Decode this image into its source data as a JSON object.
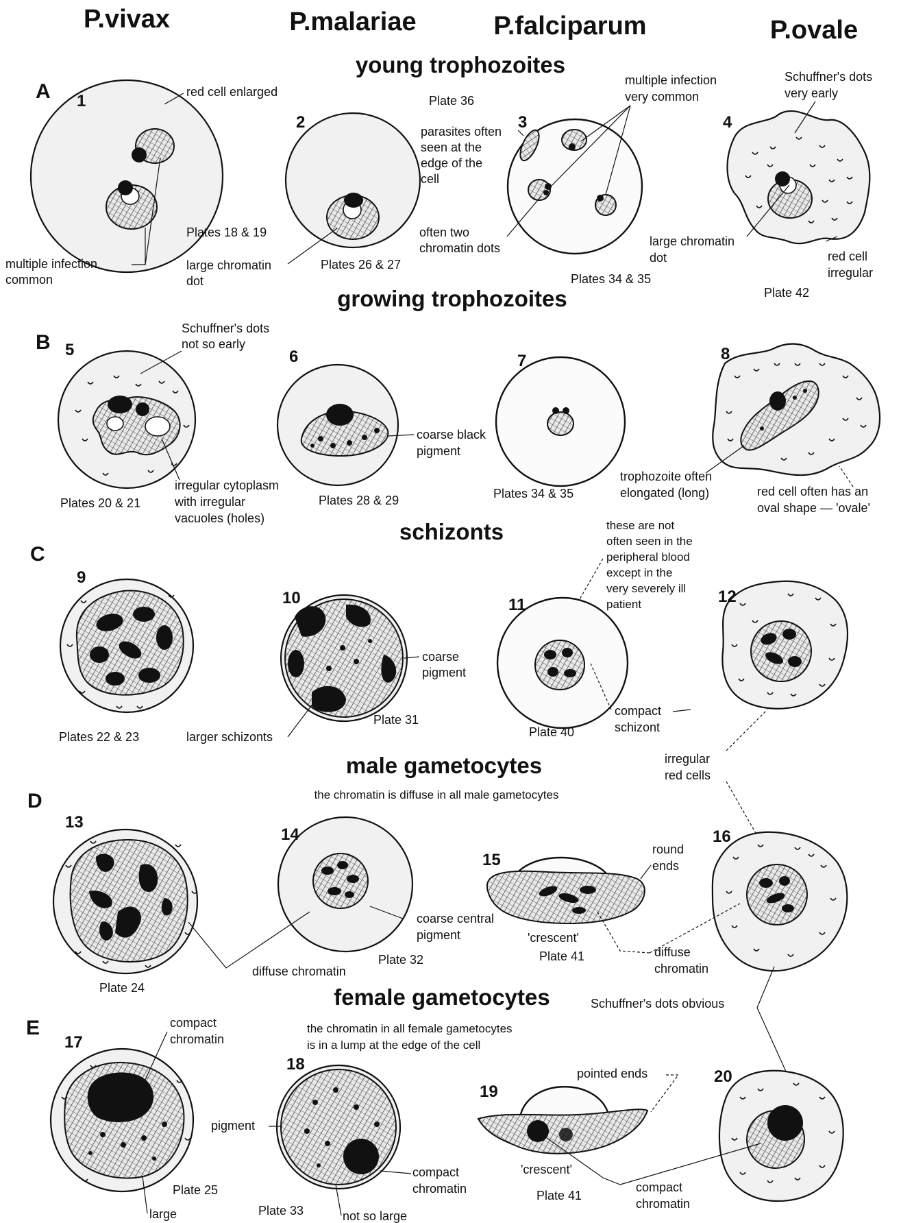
{
  "species": [
    "P.vivax",
    "P.malariae",
    "P.falciparum",
    "P.ovale"
  ],
  "rows": [
    {
      "letter": "A",
      "title": "young trophozoites"
    },
    {
      "letter": "B",
      "title": "growing trophozoites"
    },
    {
      "letter": "C",
      "title": "schizonts"
    },
    {
      "letter": "D",
      "title": "male gametocytes",
      "note": "the chromatin is diffuse in all male gametocytes"
    },
    {
      "letter": "E",
      "title": "female gametocytes",
      "note_lines": [
        "the chromatin in all female gametocytes",
        "is in a lump at the edge of the cell"
      ]
    }
  ],
  "cells": {
    "c1": {
      "num": "1",
      "plate": "Plates 18 & 19"
    },
    "c2": {
      "num": "2",
      "plate": "Plates 26 & 27"
    },
    "c3": {
      "num": "3",
      "plate": "Plates 34 & 35"
    },
    "c4": {
      "num": "4",
      "plate": "Plate 42"
    },
    "c5": {
      "num": "5",
      "plate": "Plates 20 & 21"
    },
    "c6": {
      "num": "6",
      "plate": "Plates 28 & 29"
    },
    "c7": {
      "num": "7",
      "plate": "Plates 34 & 35"
    },
    "c8": {
      "num": "8"
    },
    "c9": {
      "num": "9",
      "plate": "Plates 22 & 23"
    },
    "c10": {
      "num": "10",
      "plate": "Plate 31"
    },
    "c11": {
      "num": "11",
      "plate": "Plate 40"
    },
    "c12": {
      "num": "12"
    },
    "c13": {
      "num": "13",
      "plate": "Plate 24"
    },
    "c14": {
      "num": "14",
      "plate": "Plate 32"
    },
    "c15": {
      "num": "15",
      "plate": "Plate 41"
    },
    "c16": {
      "num": "16"
    },
    "c17": {
      "num": "17",
      "plate": "Plate 25"
    },
    "c18": {
      "num": "18",
      "plate": "Plate 33"
    },
    "c19": {
      "num": "19",
      "plate": "Plate 41"
    },
    "c20": {
      "num": "20"
    }
  },
  "floating_plate": "Plate 36",
  "annotations": {
    "red_cell_enlarged": "red cell enlarged",
    "multiple_infection_common": [
      "multiple infection",
      "common"
    ],
    "large_chromatin_dot_2": [
      "large chromatin",
      "dot"
    ],
    "parasites_edge": [
      "parasites often",
      "seen at the",
      "edge of the",
      "cell"
    ],
    "multiple_infection_very_common": [
      "multiple infection",
      "very common"
    ],
    "often_two_chromatin": [
      "often two",
      "chromatin dots"
    ],
    "schuffner_very_early": [
      "Schuffner's dots",
      "very early"
    ],
    "large_chromatin_dot_4": [
      "large chromatin",
      "dot"
    ],
    "red_cell_irregular": [
      "red cell",
      "irregular"
    ],
    "schuffner_not_so_early": [
      "Schuffner's dots",
      "not so early"
    ],
    "irregular_cytoplasm": [
      "irregular cytoplasm",
      "with irregular",
      "vacuoles (holes)"
    ],
    "coarse_black_pigment": [
      "coarse black",
      "pigment"
    ],
    "trophozoite_elongated": [
      "trophozoite often",
      "elongated (long)"
    ],
    "oval_shape": [
      "red cell often has an",
      "oval shape — 'ovale'"
    ],
    "not_often_seen": [
      "these are not",
      "often seen in the",
      "peripheral blood",
      "except in the",
      "very severely ill",
      "patient"
    ],
    "coarse_pigment": [
      "coarse",
      "pigment"
    ],
    "larger_schizonts": "larger schizonts",
    "compact_schizont": [
      "compact",
      "schizont"
    ],
    "irregular_red_cells": [
      "irregular",
      "red cells"
    ],
    "round_ends": [
      "round",
      "ends"
    ],
    "crescent_15": "'crescent'",
    "coarse_central_pigment": [
      "coarse central",
      "pigment"
    ],
    "diffuse_chromatin": "diffuse chromatin",
    "diffuse_chromatin_16": [
      "diffuse",
      "chromatin"
    ],
    "schuffner_obvious": "Schuffner's dots obvious",
    "compact_chromatin_17": [
      "compact",
      "chromatin"
    ],
    "large": "large",
    "pigment": "pigment",
    "compact_chromatin_18": [
      "compact",
      "chromatin"
    ],
    "not_so_large": "not so large",
    "pointed_ends": "pointed ends",
    "crescent_19": "'crescent'",
    "compact_chromatin_19": [
      "compact",
      "chromatin"
    ]
  }
}
